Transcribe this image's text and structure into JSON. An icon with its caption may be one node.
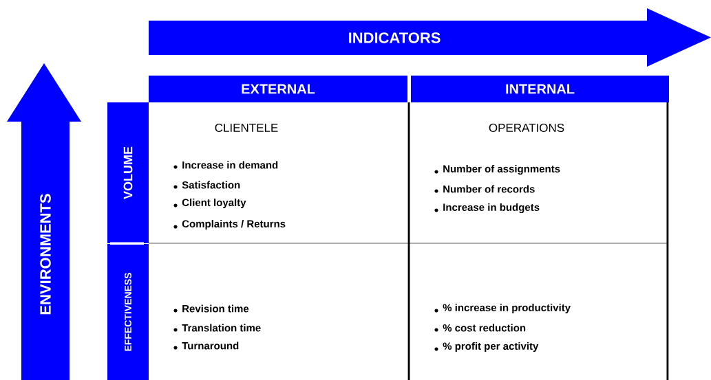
{
  "diagram": {
    "nodes": [
      {
        "text": [
          "INDICATORS"
        ]
      },
      {
        "text": [
          "ENVIRONMENTS"
        ]
      },
      {
        "text": [
          "EXTERNAL"
        ]
      },
      {
        "text": [
          "INTERNAL"
        ]
      },
      {
        "text": [
          "VOLUME"
        ]
      },
      {
        "text": [
          "CLIENTELE",
          "Increase in demand",
          "Satisfaction",
          "Client loyalty",
          "Complaints / Returns"
        ]
      },
      {
        "text": [
          "OPERATIONS",
          "Number of assignments",
          "Number of records",
          "Increase in budgets"
        ]
      },
      {
        "text": [
          "EFFECTIVENESS"
        ]
      },
      {
        "text": [
          "Revision time",
          "Translation time",
          "Turnaround"
        ]
      },
      {
        "text": [
          "% increase in productivity",
          "% cost reduction",
          "% profit per activity"
        ]
      }
    ]
  }
}
